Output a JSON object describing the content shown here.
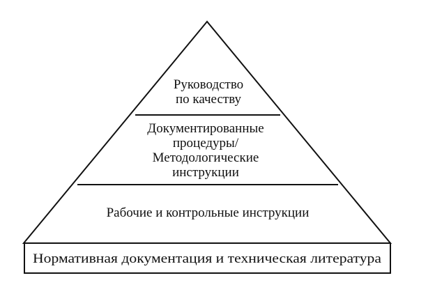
{
  "diagram": {
    "levels": [
      {
        "lines": [
          "Руководство",
          "по качеству"
        ]
      },
      {
        "lines": [
          "Документированные",
          "процедуры/",
          "Методологические",
          "инструкции"
        ]
      },
      {
        "lines": [
          "Рабочие и контрольные инструкции"
        ]
      }
    ],
    "base": {
      "label": "Нормативная документация и техническая литература"
    }
  }
}
